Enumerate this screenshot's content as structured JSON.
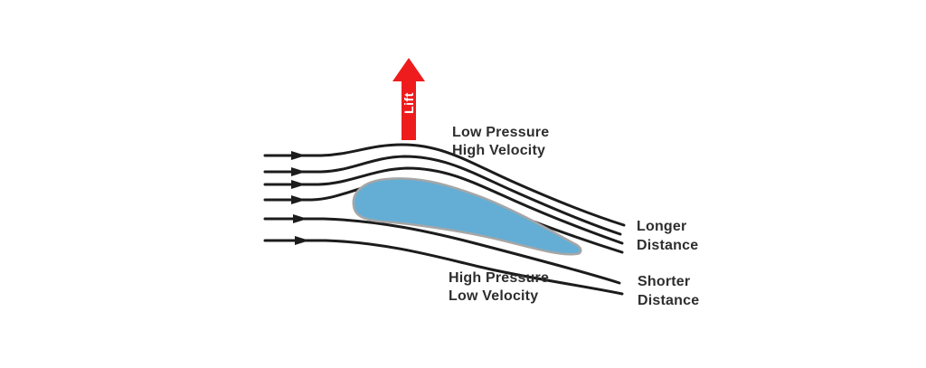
{
  "diagram": {
    "lift_label": "Lift",
    "labels": {
      "upper_flow": {
        "line1": "Low Pressure",
        "line2": "High Velocity"
      },
      "lower_flow": {
        "line1": "High Pressure",
        "line2": "Low Velocity"
      },
      "upper_path": {
        "line1": "Longer",
        "line2": "Distance"
      },
      "lower_path": {
        "line1": "Shorter",
        "line2": "Distance"
      }
    },
    "icons": {
      "lift_arrow": "up-arrow",
      "flow_arrowheads": "right-arrowhead"
    }
  },
  "colors": {
    "background": "#ffffff",
    "lift_arrow": "#ee1c1c",
    "lift_text": "#ffffff",
    "airfoil_fill": "#64aed6",
    "airfoil_outline": "#a6a6a6",
    "streamline": "#1c1c1c",
    "text": "#2e2e2e"
  }
}
